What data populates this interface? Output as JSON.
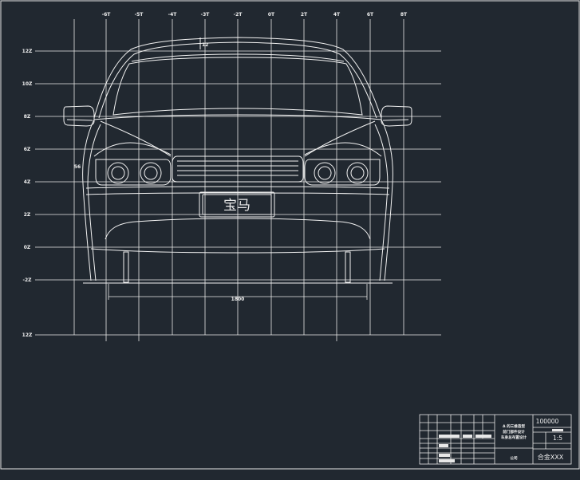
{
  "colors": {
    "background": "#212830",
    "lines": "#f2f2f2"
  },
  "grid": {
    "top_labels": [
      "-6T",
      "-5T",
      "-4T",
      "-3T",
      "-2T",
      "0T",
      "2T",
      "4T",
      "6T",
      "8T"
    ],
    "left_labels": [
      "12Z",
      "10Z",
      "8Z",
      "6Z",
      "4Z",
      "2Z",
      "0Z",
      "-2Z",
      "12Z"
    ]
  },
  "car": {
    "plate_text": "宝马",
    "roof_mark": "12",
    "side_label": "56",
    "width_dimension": "1800"
  },
  "title_block": {
    "design_title": [
      "A 的三维造型",
      "前门部件设计",
      "车身总布置设计"
    ],
    "drawing_number": "100000",
    "scale": "1:5",
    "material": "合金XXX",
    "company": "公司"
  }
}
